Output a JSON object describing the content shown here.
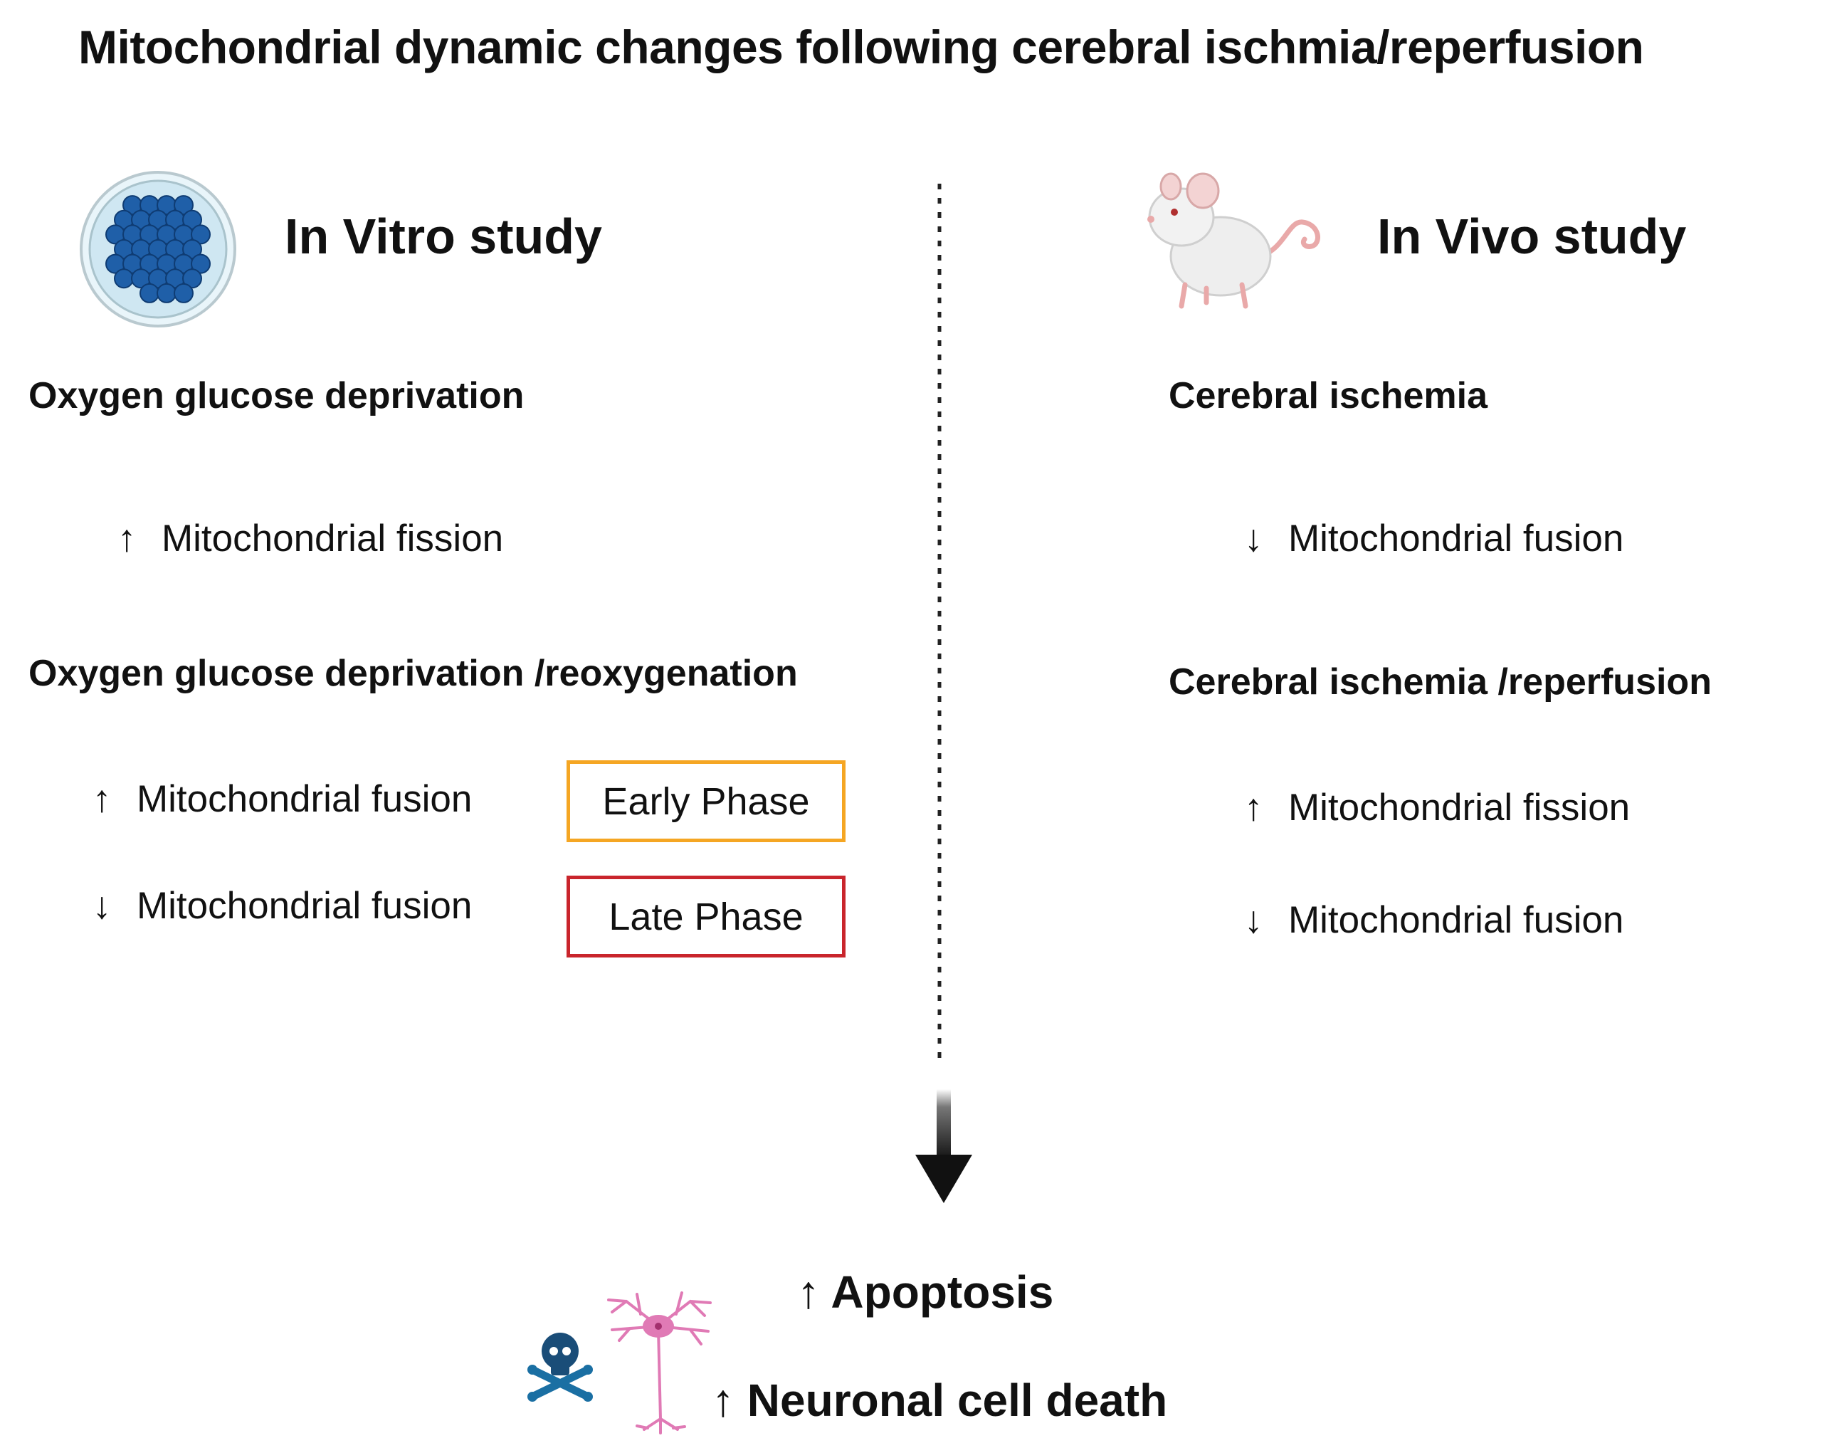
{
  "title": "Mitochondrial dynamic changes following cerebral ischmia/reperfusion",
  "left": {
    "heading": "In Vitro study",
    "icon": "petri-dish-icon",
    "sections": [
      {
        "condition": "Oxygen glucose deprivation",
        "items": [
          {
            "arrow": "↑",
            "text": "Mitochondrial fission"
          }
        ]
      },
      {
        "condition": "Oxygen glucose deprivation /reoxygenation",
        "items": [
          {
            "arrow": "↑",
            "text": "Mitochondrial fusion",
            "phase": "Early Phase"
          },
          {
            "arrow": "↓",
            "text": "Mitochondrial fusion",
            "phase": "Late Phase"
          }
        ]
      }
    ]
  },
  "right": {
    "heading": "In Vivo study",
    "icon": "mouse-icon",
    "sections": [
      {
        "condition": "Cerebral ischemia",
        "items": [
          {
            "arrow": "↓",
            "text": "Mitochondrial fusion"
          }
        ]
      },
      {
        "condition": "Cerebral ischemia /reperfusion",
        "items": [
          {
            "arrow": "↑",
            "text": "Mitochondrial fission"
          },
          {
            "arrow": "↓",
            "text": "Mitochondrial fusion"
          }
        ]
      }
    ]
  },
  "outcome": {
    "lines": [
      {
        "arrow": "↑",
        "text": "Apoptosis"
      },
      {
        "arrow": "↑",
        "text": "Neuronal cell death"
      }
    ],
    "icons": [
      "skull-crossbones-icon",
      "neuron-icon"
    ]
  },
  "colors": {
    "early_phase_border": "#F5A623",
    "late_phase_border": "#C9252C",
    "petri_cells": "#1F5FA8",
    "petri_fill": "#CFE7F2",
    "skull": "#1A6FA3",
    "neuron": "#E07AB5",
    "mouse_body": "#EEEEEE",
    "mouse_pink": "#E9A9A9"
  }
}
